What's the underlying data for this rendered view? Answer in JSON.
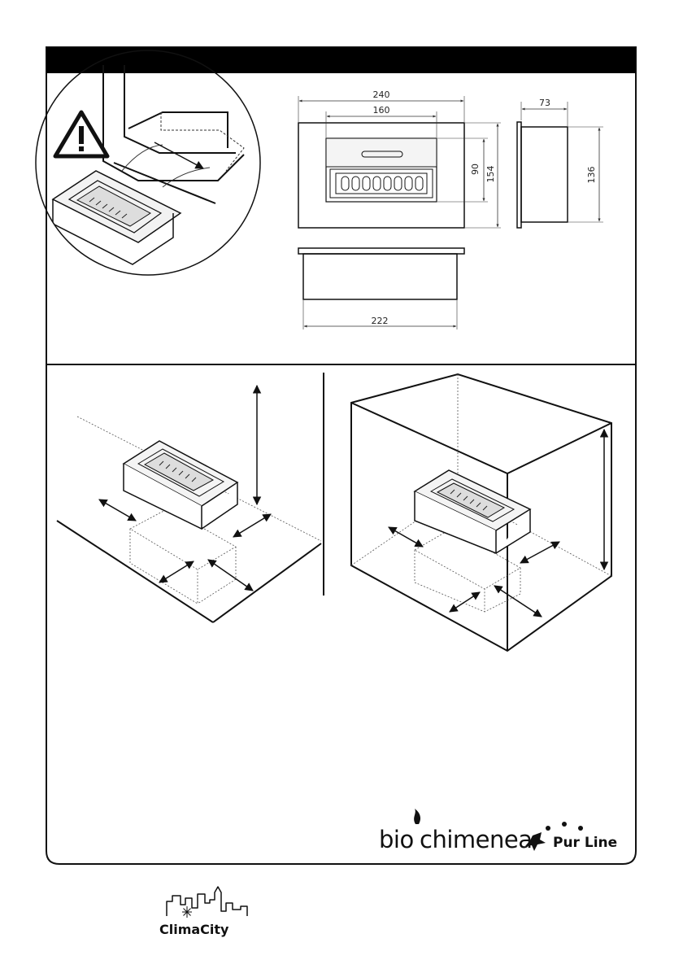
{
  "header": {
    "title": ""
  },
  "front_view": {
    "width_outer": "240",
    "width_inner": "160",
    "height_inner": "90",
    "height_outer": "154"
  },
  "side_view": {
    "depth": "73",
    "height": "136"
  },
  "bottom_view": {
    "width": "222"
  },
  "logos": {
    "brand_1": "bio",
    "brand_1b": "chimenea",
    "brand_2": "Pur Line",
    "retailer": "ClimaCity"
  },
  "colors": {
    "ink": "#111111",
    "header_bar": "#000000",
    "paper": "#ffffff",
    "fill_light": "#eeeeee"
  }
}
